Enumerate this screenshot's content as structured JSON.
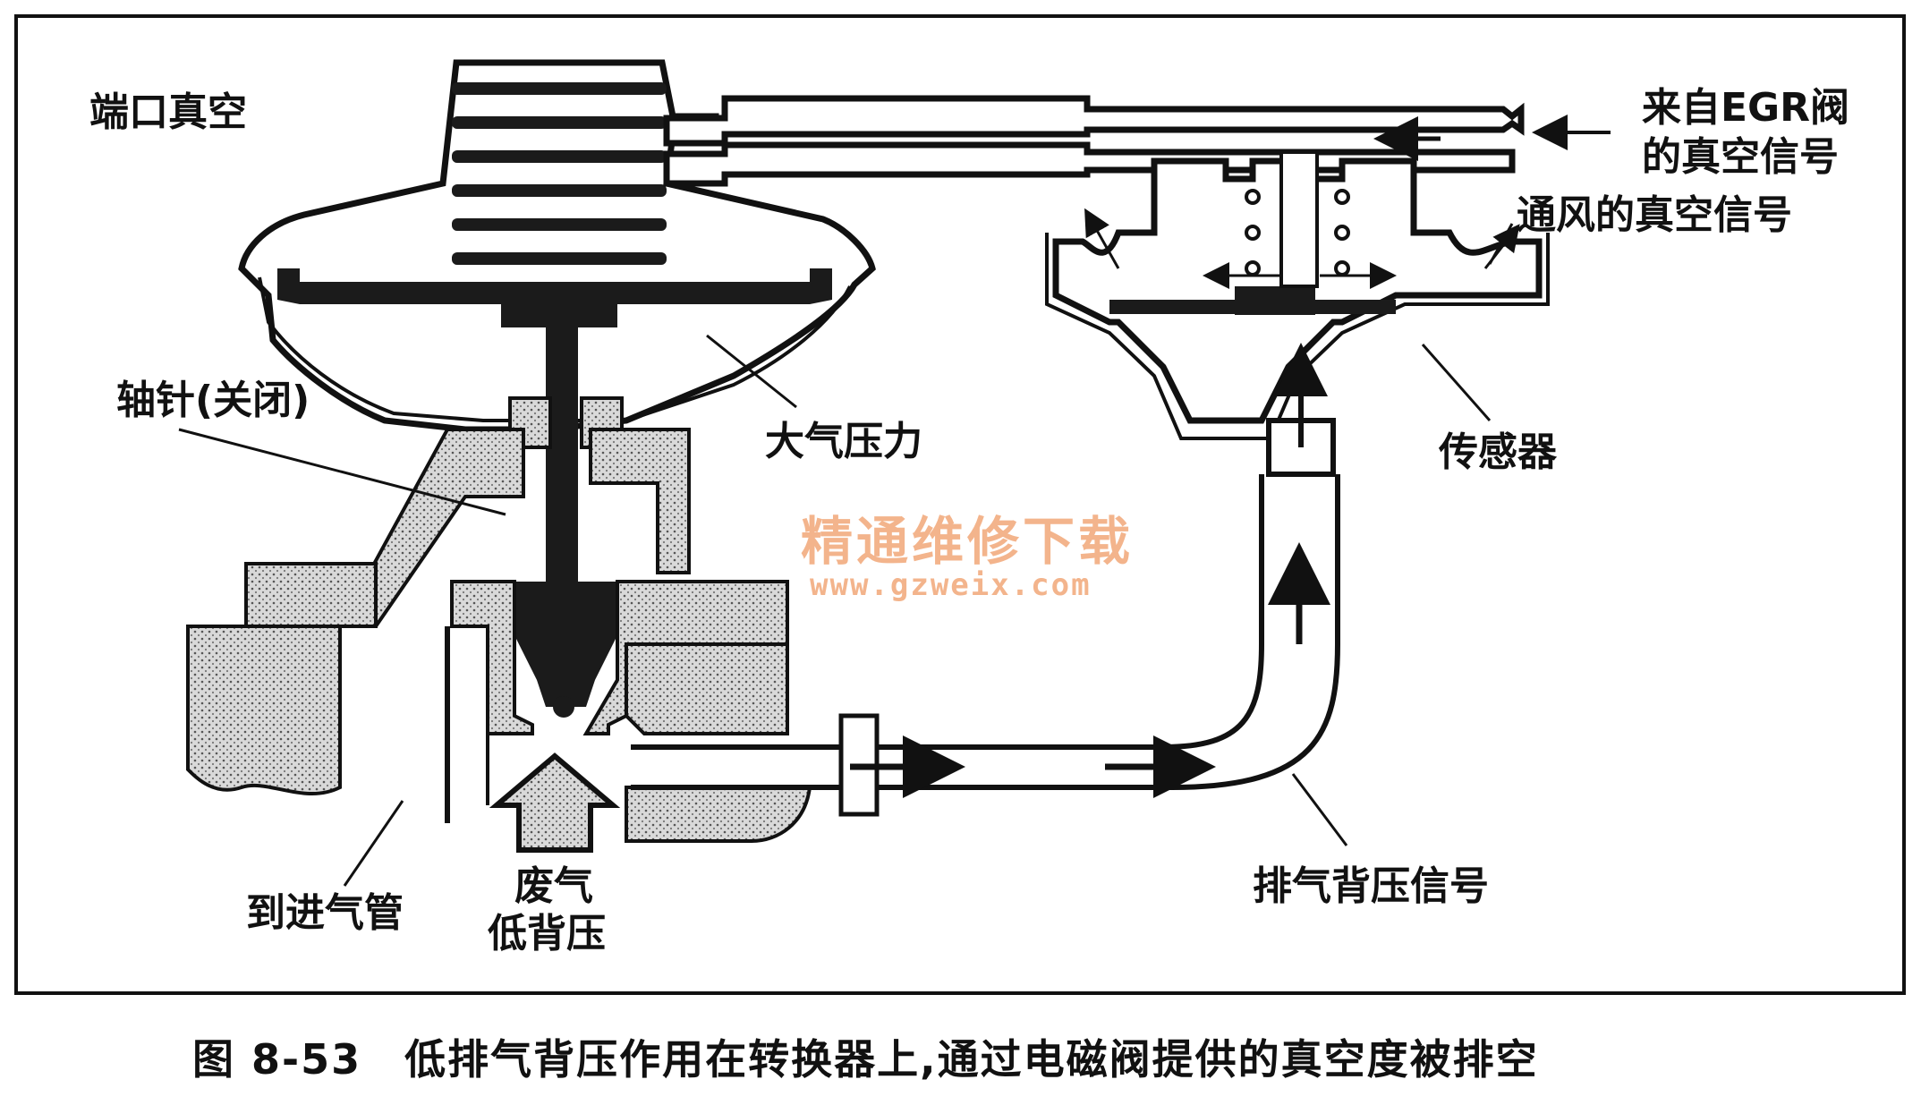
{
  "labels": {
    "port_vacuum": "端口真空",
    "from_egr_line1": "来自EGR阀",
    "from_egr_line2": "的真空信号",
    "vented_vacuum": "通风的真空信号",
    "shaft_closed": "轴针(关闭)",
    "atmospheric_pressure": "大气压力",
    "sensor": "传感器",
    "to_intake": "到进气管",
    "exhaust_line1": "废气",
    "exhaust_line2": "低背压",
    "exhaust_backpressure_signal": "排气背压信号"
  },
  "watermark": {
    "text": "精通维修下载",
    "url": "www.gzweix.com"
  },
  "caption": "图 8-53　低排气背压作用在转换器上,通过电磁阀提供的真空度被排空"
}
